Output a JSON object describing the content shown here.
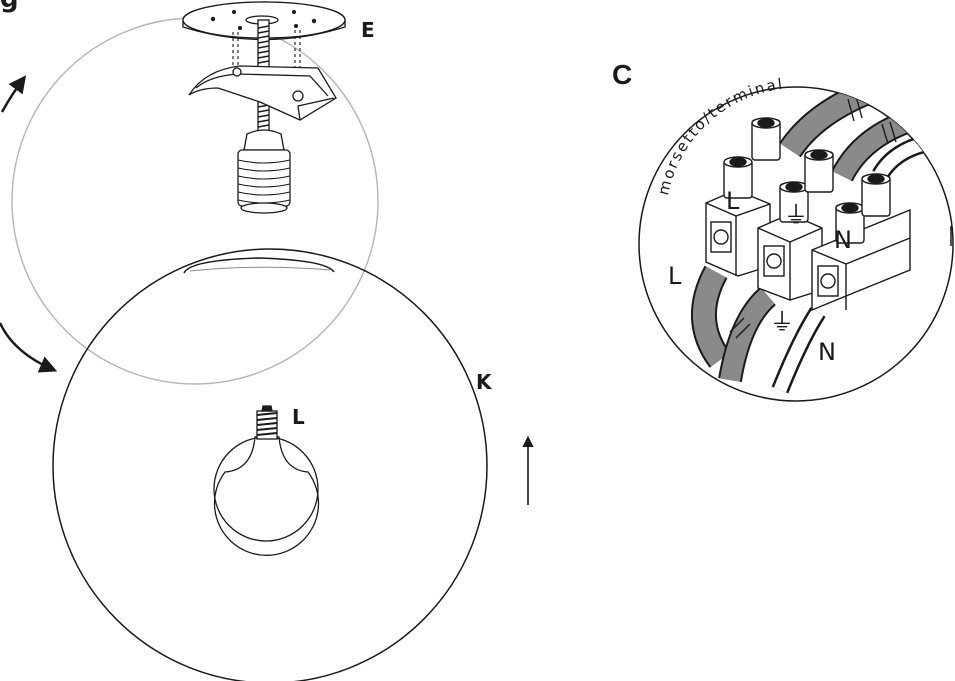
{
  "labels": {
    "step_letter": "g",
    "canopy": "E",
    "sphere": "K",
    "bulb": "L",
    "terminal_detail": "C"
  },
  "terminal_detail": {
    "caption": "morsetto/terminal",
    "live": "L",
    "earth": "⏚",
    "neutral": "N"
  },
  "colors": {
    "line": "#1a1a1a",
    "ghost": "#b5b5b5",
    "cable": "#8a8a8a"
  }
}
